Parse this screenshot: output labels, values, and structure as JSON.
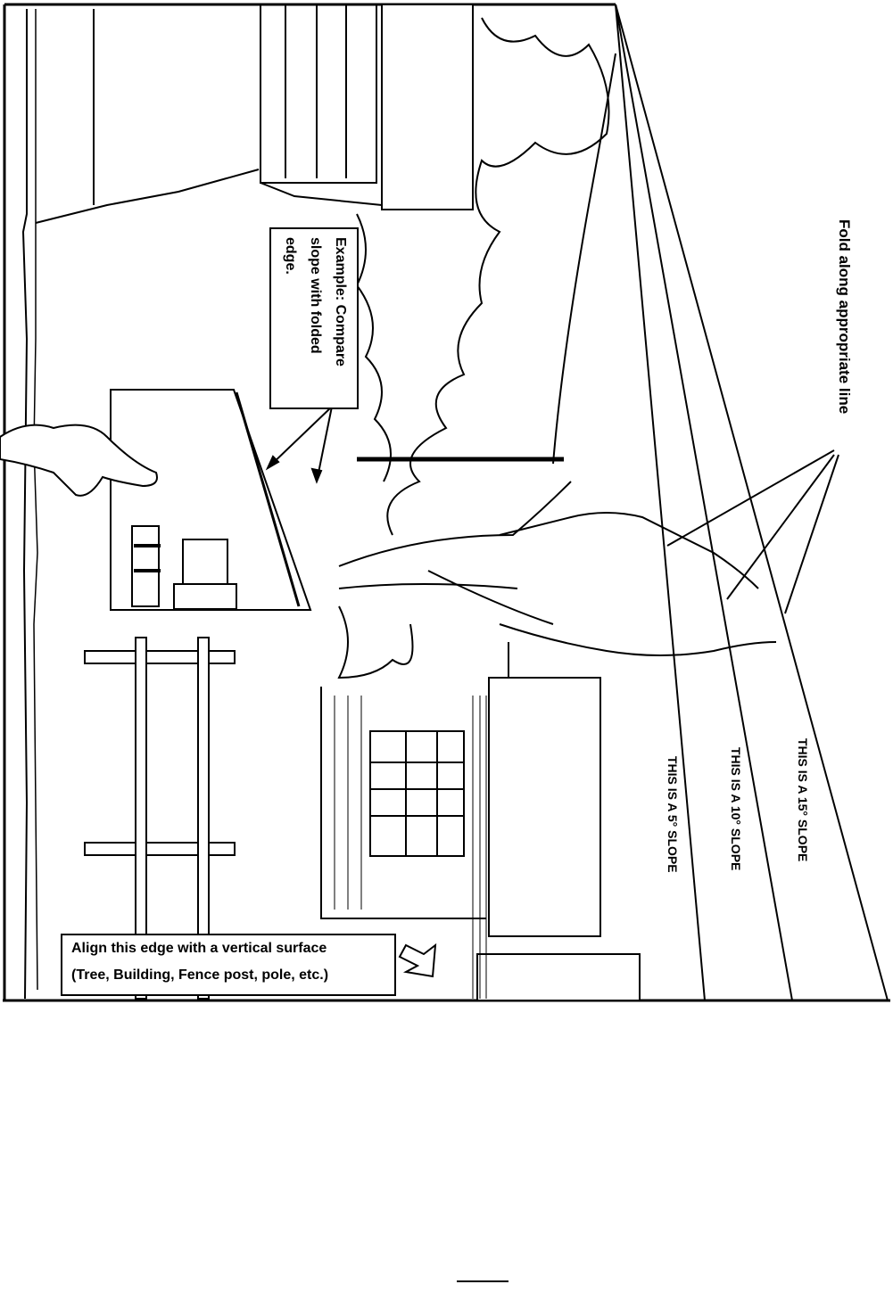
{
  "fold_instruction": "Fold along appropriate line",
  "slope_labels": {
    "five": "THIS IS A 5° SLOPE",
    "ten": "THIS IS A 10° SLOPE",
    "fifteen": "THIS IS A 15° SLOPE"
  },
  "example_callout": {
    "line1": "Example: Compare",
    "line2": "slope with folded",
    "line3": "edge."
  },
  "align_callout": {
    "line1": "Align this edge with a vertical surface",
    "line2": "(Tree, Building, Fence post, pole, etc.)"
  },
  "slopes_degrees": [
    5,
    10,
    15
  ],
  "colors": {
    "ink": "#000000",
    "paper": "#ffffff"
  }
}
